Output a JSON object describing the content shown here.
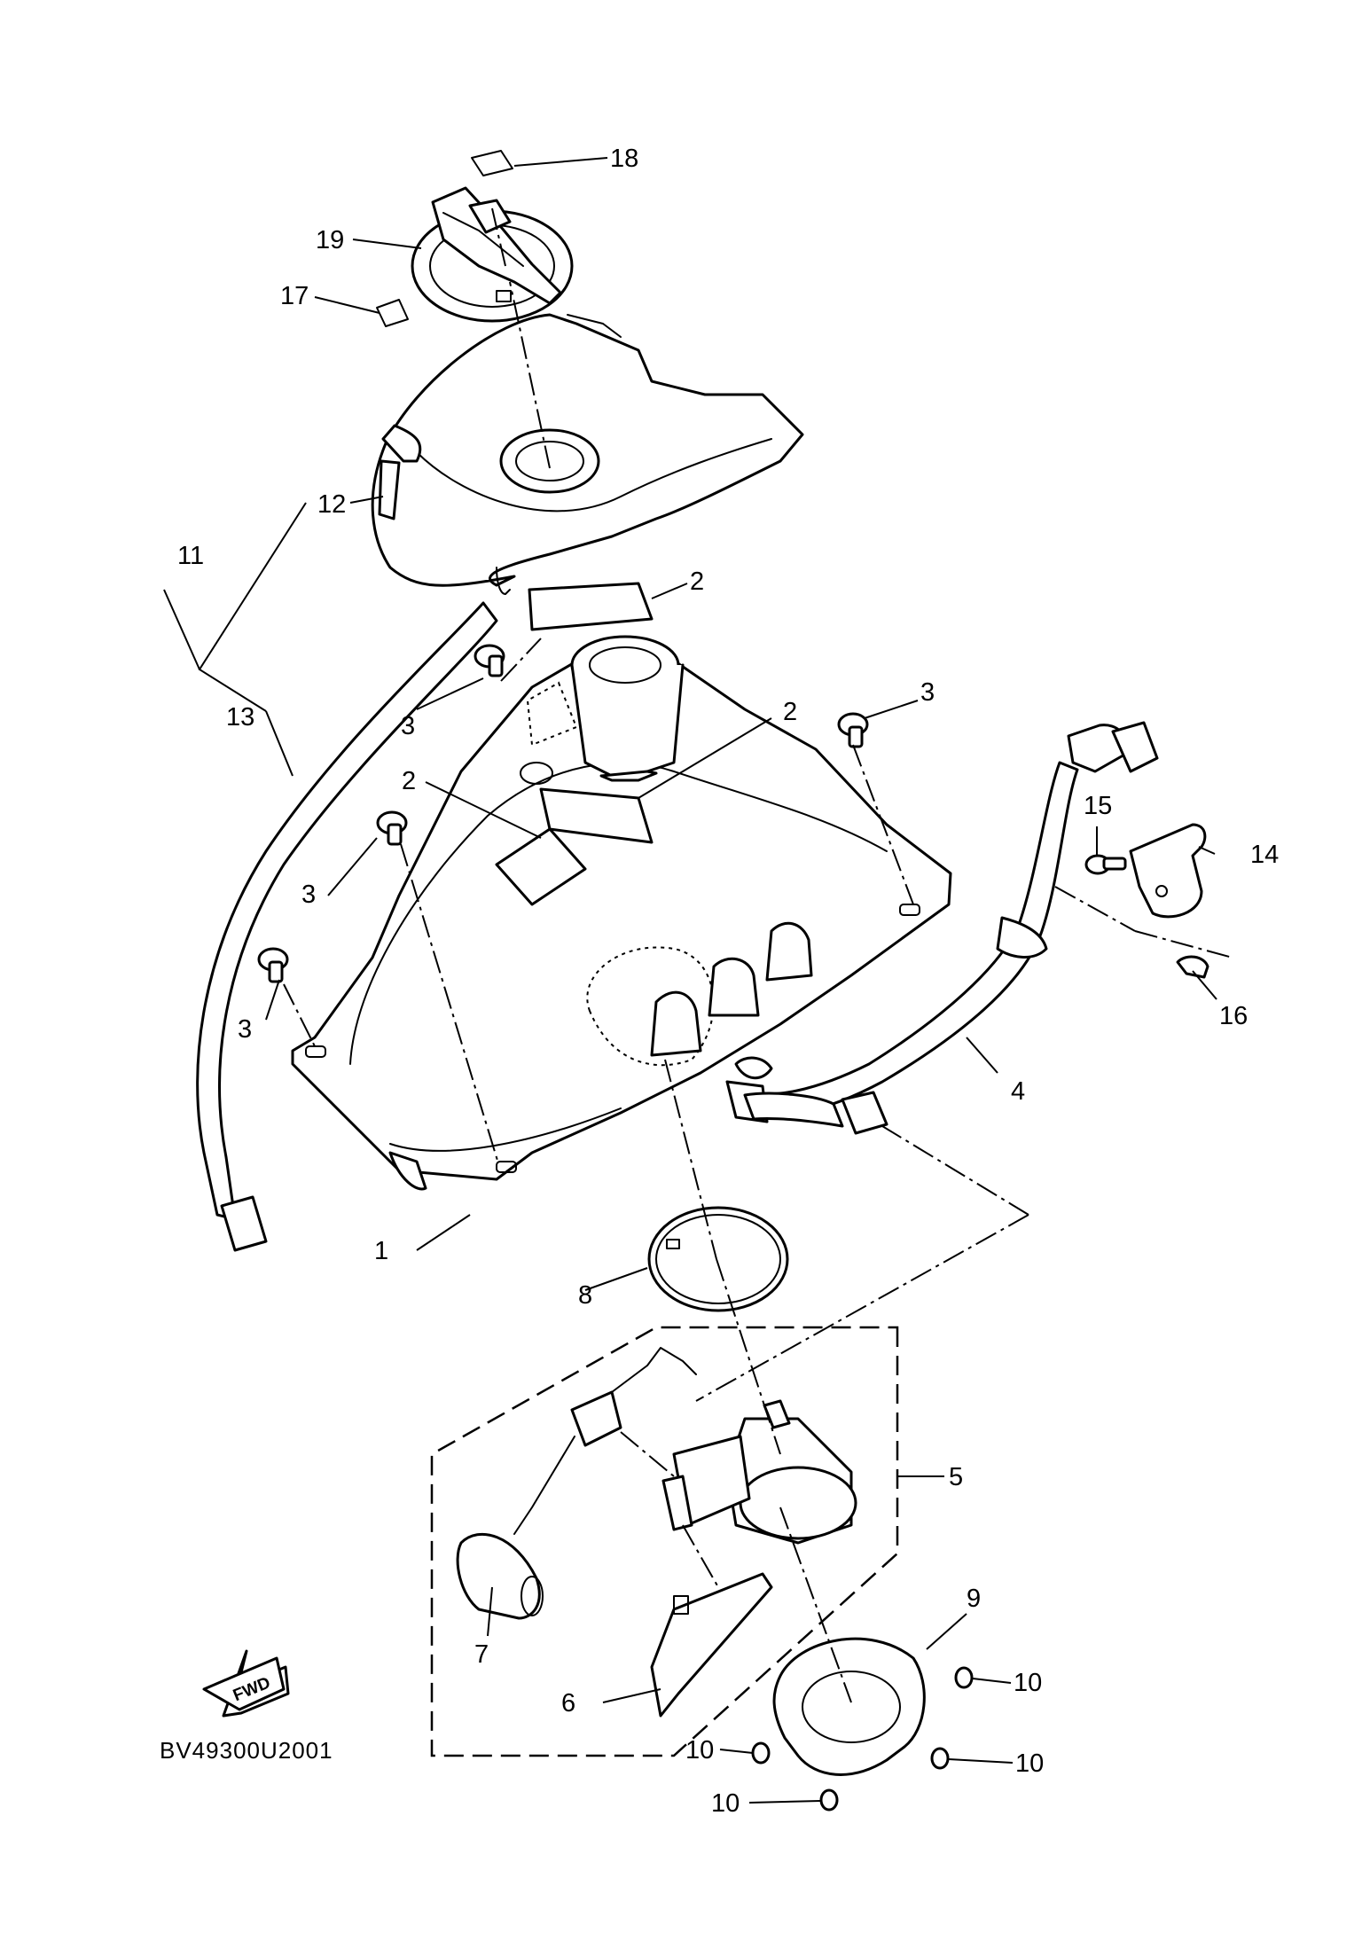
{
  "diagram": {
    "code": "BV49300U2001",
    "fwd_label": "FWD",
    "callouts": {
      "c1": "1",
      "c2a": "2",
      "c2b": "2",
      "c2c": "2",
      "c3a": "3",
      "c3b": "3",
      "c3c": "3",
      "c3d": "3",
      "c4": "4",
      "c5": "5",
      "c6": "6",
      "c7": "7",
      "c8": "8",
      "c9": "9",
      "c10a": "10",
      "c10b": "10",
      "c10c": "10",
      "c10d": "10",
      "c11": "11",
      "c12": "12",
      "c13": "13",
      "c14": "14",
      "c15": "15",
      "c16": "16",
      "c17": "17",
      "c18": "18",
      "c19": "19"
    }
  }
}
